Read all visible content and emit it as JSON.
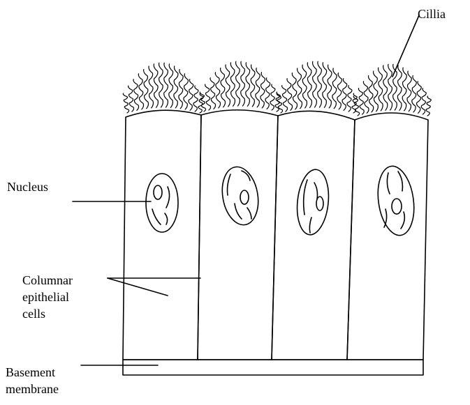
{
  "labels": {
    "cilia": "Cillia",
    "nucleus": "Nucleus",
    "columnar": [
      "Columnar",
      "epithelial",
      "cells"
    ],
    "basement": [
      "Basement",
      "membrane"
    ]
  },
  "colors": {
    "line": "#000000",
    "background": "#ffffff"
  }
}
